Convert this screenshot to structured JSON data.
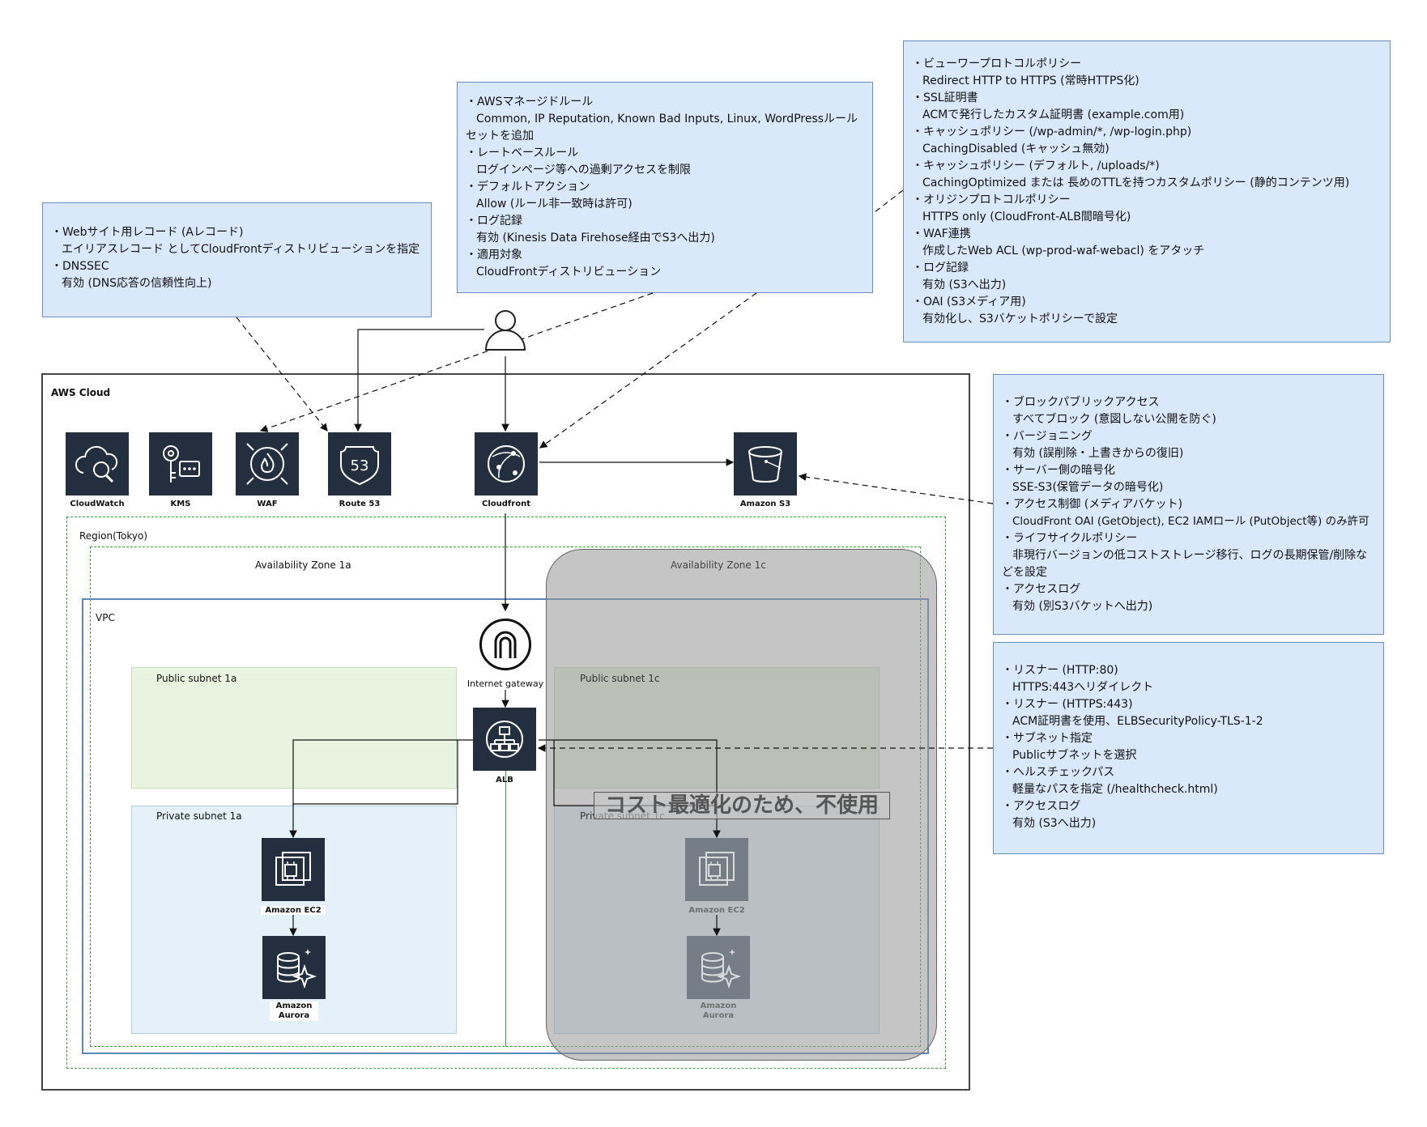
{
  "route53_note": {
    "items": [
      {
        "title": "Webサイト用レコード (Aレコード)",
        "detail": "エイリアスレコード としてCloudFrontディストリビューションを指定"
      },
      {
        "title": "DNSSEC",
        "detail": "有効 (DNS応答の信頼性向上)"
      }
    ]
  },
  "waf_note": {
    "items": [
      {
        "title": "AWSマネージドルール",
        "detail": "Common, IP Reputation, Known Bad Inputs, Linux, WordPressルールセットを追加"
      },
      {
        "title": "レートベースルール",
        "detail": "ログインページ等への過剰アクセスを制限"
      },
      {
        "title": "デフォルトアクション",
        "detail": "Allow (ルール非一致時は許可)"
      },
      {
        "title": "ログ記録",
        "detail": "有効 (Kinesis Data Firehose経由でS3へ出力)"
      },
      {
        "title": "適用対象",
        "detail": "CloudFrontディストリビューション"
      }
    ]
  },
  "cloudfront_note": {
    "items": [
      {
        "title": "ビューワープロトコルポリシー",
        "detail": "Redirect HTTP to HTTPS (常時HTTPS化)"
      },
      {
        "title": "SSL証明書",
        "detail": "ACMで発行したカスタム証明書 (example.com用)"
      },
      {
        "title": "キャッシュポリシー (/wp-admin/*, /wp-login.php)",
        "detail": "CachingDisabled (キャッシュ無効)"
      },
      {
        "title": "キャッシュポリシー (デフォルト, /uploads/*)",
        "detail": "CachingOptimized または 長めのTTLを持つカスタムポリシー (静的コンテンツ用)"
      },
      {
        "title": "オリジンプロトコルポリシー",
        "detail": "HTTPS only (CloudFront-ALB間暗号化)"
      },
      {
        "title": "WAF連携",
        "detail": "作成したWeb ACL (wp-prod-waf-webacl) をアタッチ"
      },
      {
        "title": "ログ記録",
        "detail": "有効 (S3へ出力)"
      },
      {
        "title": "OAI (S3メディア用)",
        "detail": "有効化し、S3バケットポリシーで設定"
      }
    ]
  },
  "s3_note": {
    "items": [
      {
        "title": "ブロックパブリックアクセス",
        "detail": "すべてブロック (意図しない公開を防ぐ)"
      },
      {
        "title": "バージョニング",
        "detail": "有効 (誤削除・上書きからの復旧)"
      },
      {
        "title": "サーバー側の暗号化",
        "detail": "SSE-S3(保管データの暗号化)"
      },
      {
        "title": "アクセス制御 (メディアバケット)",
        "detail": "CloudFront OAI (GetObject), EC2 IAMロール (PutObject等) のみ許可"
      },
      {
        "title": "ライフサイクルポリシー",
        "detail": "非現行バージョンの低コストストレージ移行、ログの長期保管/削除などを設定"
      },
      {
        "title": "アクセスログ",
        "detail": "有効 (別S3バケットへ出力)"
      }
    ]
  },
  "alb_note": {
    "items": [
      {
        "title": "リスナー (HTTP:80)",
        "detail": "HTTPS:443へリダイレクト"
      },
      {
        "title": "リスナー (HTTPS:443)",
        "detail": "ACM証明書を使用、ELBSecurityPolicy-TLS-1-2"
      },
      {
        "title": "サブネット指定",
        "detail": "Publicサブネットを選択"
      },
      {
        "title": "ヘルスチェックパス",
        "detail": "軽量なパスを指定 (/healthcheck.html)"
      },
      {
        "title": "アクセスログ",
        "detail": "有効 (S3へ出力)"
      }
    ]
  },
  "labels": {
    "aws_cloud": "AWS Cloud",
    "region": "Region(Tokyo)",
    "az1a": "Availability Zone 1a",
    "az1c": "Availability Zone 1c",
    "vpc": "VPC",
    "pub1a": "Public subnet 1a",
    "pub1c": "Public subnet 1c",
    "priv1a": "Private subnet 1a",
    "priv1c": "Private subnet 1c",
    "unused": "コスト最適化のため、不使用"
  },
  "icons": {
    "cloudwatch": "CloudWatch",
    "kms": "KMS",
    "waf": "WAF",
    "route53": "Route 53",
    "cloudfront": "Cloudfront",
    "s3": "Amazon S3",
    "igw": "Internet gateway",
    "alb": "ALB",
    "ec2": "Amazon EC2",
    "aurora": "Amazon Aurora"
  },
  "colors": {
    "note_fill": "#dae8fc",
    "note_border": "#6c8ebf",
    "icon_bg": "#232f3e",
    "public_subnet": "#e8f4e0",
    "private_subnet": "#e4f1f8",
    "unused_overlay": "#a9a9a9",
    "vpc_border": "#5b87b8",
    "region_border": "#3c9b3c"
  }
}
